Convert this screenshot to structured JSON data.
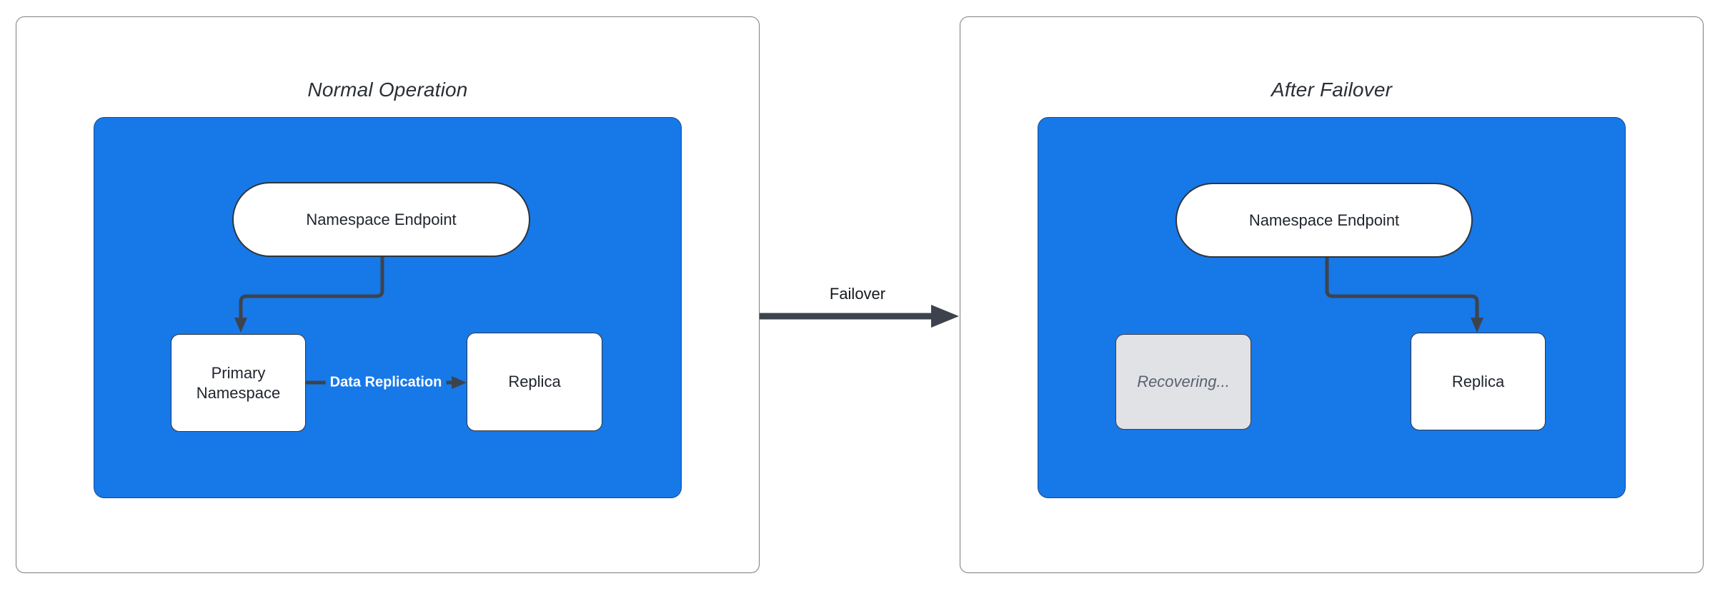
{
  "diagram": {
    "panels": [
      {
        "title": "Normal Operation",
        "container": "namespace-container",
        "nodes": {
          "endpoint": "Namespace Endpoint",
          "primary": "Primary Namespace",
          "replica": "Replica"
        },
        "edges": [
          {
            "from": "endpoint",
            "to": "primary",
            "label": ""
          },
          {
            "from": "primary",
            "to": "replica",
            "label": "Data Replication"
          }
        ]
      },
      {
        "title": "After Failover",
        "container": "namespace-container",
        "nodes": {
          "endpoint": "Namespace Endpoint",
          "recovering": "Recovering...",
          "replica": "Replica"
        },
        "edges": [
          {
            "from": "endpoint",
            "to": "replica",
            "label": ""
          }
        ]
      }
    ],
    "transition": {
      "label": "Failover",
      "from": "Normal Operation",
      "to": "After Failover"
    },
    "colors": {
      "container_fill": "#1778e8",
      "node_fill": "#ffffff",
      "node_border": "#2f353e",
      "node_text": "#21262e",
      "recovering_fill": "#e1e2e6",
      "recovering_text": "#5a6170",
      "edge": "#3d434d",
      "edge_label_text": "#ffffff",
      "panel_border": "#7d7d7d",
      "title_text": "#2b2f36"
    }
  }
}
